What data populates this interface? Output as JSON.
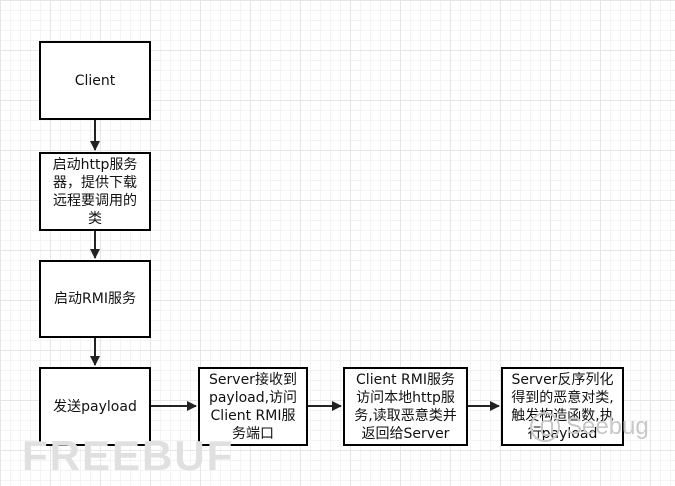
{
  "nodes": [
    {
      "id": "client",
      "text": "Client"
    },
    {
      "id": "http",
      "text": "启动http服务器，提供下载远程要调用的类"
    },
    {
      "id": "rmi",
      "text": "启动RMI服务"
    },
    {
      "id": "payload",
      "text": "发送payload"
    },
    {
      "id": "server_recv",
      "text": "Server接收到payload,访问Client RMI服务端口"
    },
    {
      "id": "client_rmi",
      "text": "Client RMI服务访问本地http服务,读取恶意类并返回给Server"
    },
    {
      "id": "server_deser",
      "text": "Server反序列化得到的恶意对类,触发构造函数,执行payload"
    }
  ],
  "edges": [
    {
      "from": "client",
      "to": "http"
    },
    {
      "from": "http",
      "to": "rmi"
    },
    {
      "from": "rmi",
      "to": "payload"
    },
    {
      "from": "payload",
      "to": "server_recv"
    },
    {
      "from": "server_recv",
      "to": "client_rmi"
    },
    {
      "from": "client_rmi",
      "to": "server_deser"
    }
  ],
  "watermarks": {
    "left": "FREEBUF",
    "right": "Seebug"
  }
}
